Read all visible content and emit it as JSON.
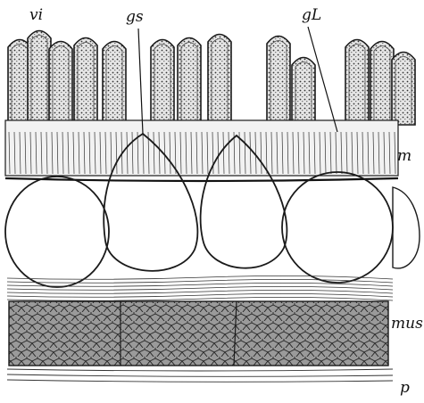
{
  "figure": {
    "labels": {
      "vi": "vi",
      "gs": "gs",
      "gl": "gL",
      "m": "m",
      "mus": "mus",
      "p": "p"
    },
    "colors": {
      "ink": "#1a1a1a",
      "paper": "#ffffff",
      "nodule_fill": "#b9b9b9",
      "muscle_fill": "#8a8a8a"
    }
  }
}
